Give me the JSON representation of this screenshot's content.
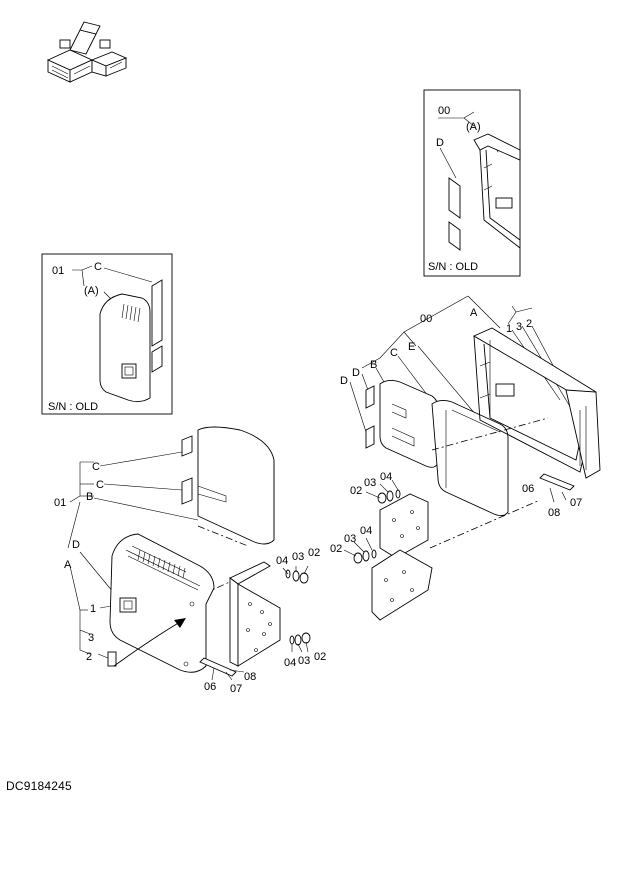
{
  "diagram": {
    "document_id": "DC9184245",
    "inset_top_right": {
      "callouts": [
        "00",
        "D",
        "(A)"
      ],
      "caption": "S/N : OLD"
    },
    "inset_left": {
      "callouts": [
        "01",
        "C",
        "(A)"
      ],
      "caption": "S/N : OLD"
    },
    "left_assembly": {
      "callouts": [
        "C",
        "C",
        "01",
        "B",
        "D",
        "A",
        "1",
        "3",
        "2",
        "04",
        "03",
        "02",
        "04",
        "03",
        "02",
        "06",
        "07",
        "08"
      ]
    },
    "right_assembly": {
      "callouts": [
        "00",
        "A",
        "1",
        "3",
        "2",
        "E",
        "B",
        "C",
        "D",
        "D",
        "04",
        "03",
        "02",
        "04",
        "03",
        "02",
        "06",
        "07",
        "08"
      ]
    }
  }
}
